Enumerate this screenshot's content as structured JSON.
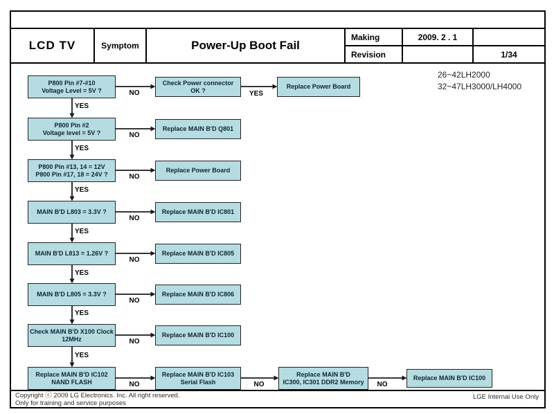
{
  "header": {
    "product": "LCD TV",
    "symptom_label": "Symptom",
    "title": "Power-Up Boot Fail",
    "making_label": "Making",
    "making_value": "2009. 2 . 1",
    "making_extra": "",
    "revision_label": "Revision",
    "revision_value": "",
    "page": "1/34"
  },
  "models": {
    "line1": "26~42LH2000",
    "line2": "32~47LH3000/LH4000"
  },
  "labels": {
    "yes": "YES",
    "no": "NO"
  },
  "colors": {
    "box_fill": "#b5dce1",
    "box_border": "#222222",
    "box_text": "#0e2433",
    "arrow": "#1a1a1a"
  },
  "flow": {
    "rows": [
      {
        "check1": "P800 Pin #7-#10",
        "check2": "Voltage Level = 5V ?",
        "action1": "Check Power connector",
        "action2": "OK ?",
        "extra": "Replace Power Board"
      },
      {
        "check1": "P800 Pin #2",
        "check2": "Voltage level = 5V ?",
        "action1": "Replace MAIN B'D Q801"
      },
      {
        "check1": "P800 Pin #13, 14 = 12V",
        "check2": "P800 Pin #17, 18 = 24V ?",
        "action1": "Replace Power Board"
      },
      {
        "check1": "MAIN B'D L803 = 3.3V ?",
        "action1": "Replace MAIN B'D IC801"
      },
      {
        "check1": "MAIN B'D L813 = 1.26V ?",
        "action1": "Replace MAIN B'D IC805"
      },
      {
        "check1": "MAIN B'D L805 = 3.3V ?",
        "action1": "Replace MAIN B'D IC806"
      },
      {
        "check1": "Check MAIN B'D X100 Clock",
        "check2": "12MHz",
        "action1": "Replace MAIN B'D IC100"
      },
      {
        "check1": "Replace MAIN B'D IC102",
        "check2": "NAND FLASH",
        "action1": "Replace MAIN B'D IC103",
        "action2": "Serial Flash",
        "step3_1": "Replace MAIN B'D",
        "step3_2": "IC300, IC301 DDR2 Memory",
        "step4": "Replace MAIN B'D IC100"
      }
    ]
  },
  "footer": {
    "copyright1": "Copyright ⓒ 2009 LG Electronics. Inc. All right reserved.",
    "copyright2": "Only for training and service purposes",
    "internal": "LGE Internal Use Only"
  }
}
